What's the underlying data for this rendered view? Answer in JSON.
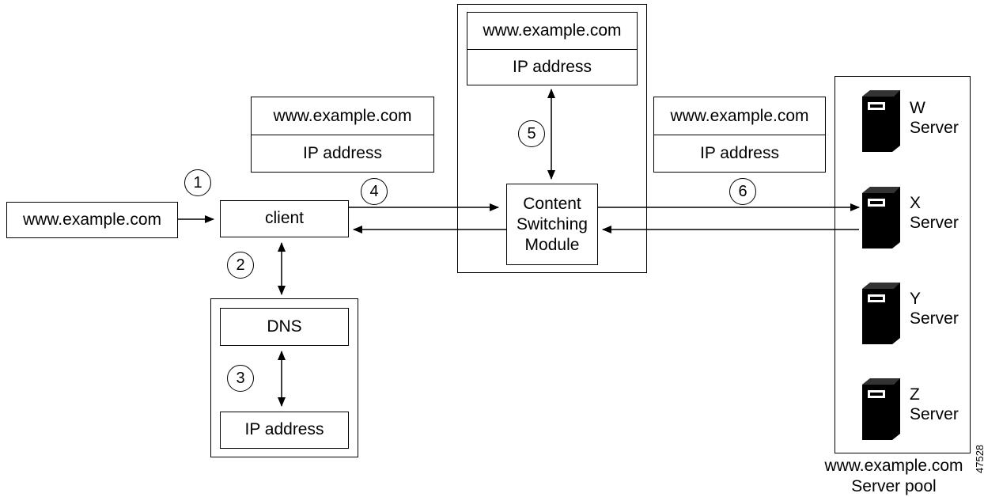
{
  "input_url": "www.example.com",
  "client_label": "client",
  "dns": {
    "top": "DNS",
    "bottom": "IP address"
  },
  "pair_left": {
    "top": "www.example.com",
    "bottom": "IP address"
  },
  "pair_center": {
    "top": "www.example.com",
    "bottom": "IP address"
  },
  "pair_right": {
    "top": "www.example.com",
    "bottom": "IP address"
  },
  "module": {
    "line1": "Content",
    "line2": "Switching",
    "line3": "Module"
  },
  "steps": [
    "1",
    "2",
    "3",
    "4",
    "5",
    "6"
  ],
  "servers": [
    {
      "letter": "W",
      "label": "Server"
    },
    {
      "letter": "X",
      "label": "Server"
    },
    {
      "letter": "Y",
      "label": "Server"
    },
    {
      "letter": "Z",
      "label": "Server"
    }
  ],
  "pool_caption": {
    "line1": "www.example.com",
    "line2": "Server pool"
  },
  "figure_id": "47528"
}
